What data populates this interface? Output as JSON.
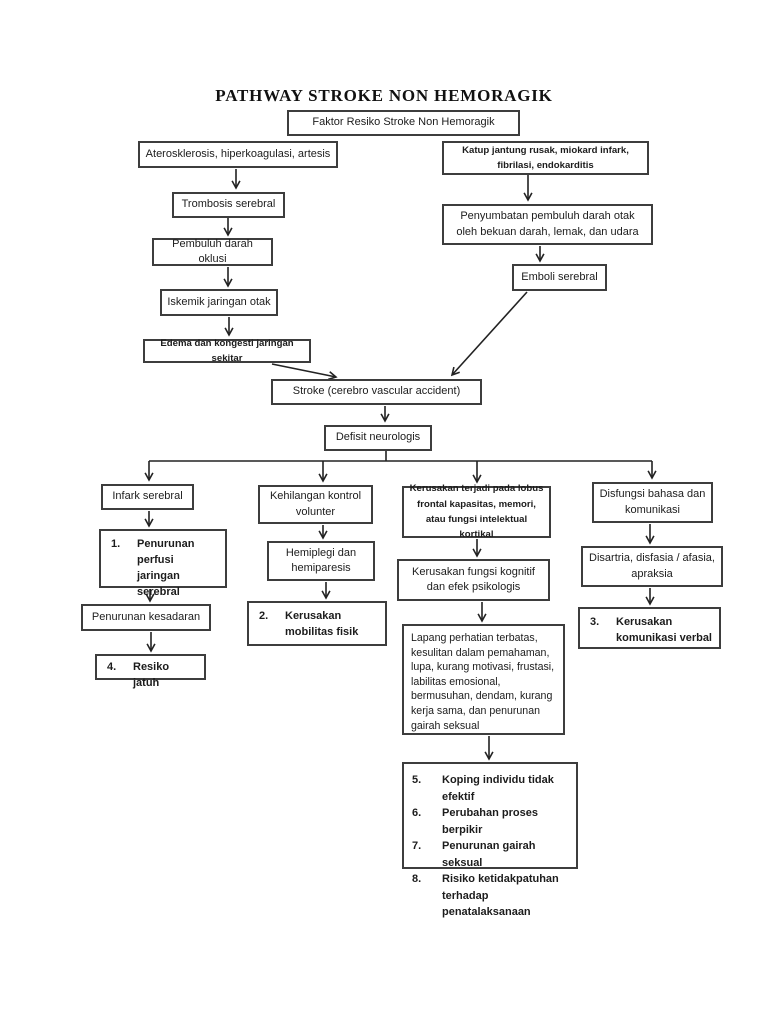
{
  "title": "PATHWAY STROKE NON HEMORAGIK",
  "nodes": {
    "faktor_resiko": "Faktor Resiko Stroke Non Hemoragik",
    "aterosklerosis": "Aterosklerosis, hiperkoagulasi, artesis",
    "katup_jantung": "Katup jantung rusak, miokard infark, fibrilasi, endokarditis",
    "trombosis": "Trombosis serebral",
    "penyumbatan": "Penyumbatan pembuluh darah otak oleh bekuan darah, lemak, dan udara",
    "pembuluh_oklusi": "Pembuluh darah oklusi",
    "emboli": "Emboli serebral",
    "iskemik": "Iskemik jaringan otak",
    "edema": "Edema dan kongesti jaringan sekitar",
    "stroke": "Stroke (cerebro vascular accident)",
    "defisit": "Defisit neurologis",
    "infark": "Infark serebral",
    "kehilangan_kontrol": "Kehilangan kontrol volunter",
    "kerusakan_lobus": "Kerusakan terjadi pada lobus frontal kapasitas, memori, atau fungsi intelektual kortikal",
    "disfungsi_bahasa": "Disfungsi bahasa dan komunikasi",
    "hemiplegi": "Hemiplegi dan hemiparesis",
    "kerusakan_kognitif": "Kerusakan fungsi kognitif dan efek psikologis",
    "disartria": "Disartria, disfasia / afasia, apraksia",
    "penurunan_kesadaran": "Penurunan kesadaran",
    "lapang": "Lapang perhatian terbatas, kesulitan dalam pemahaman, lupa, kurang motivasi, frustasi, labilitas emosional, bermusuhan, dendam, kurang kerja sama, dan penurunan gairah seksual"
  },
  "diagnoses": {
    "d1": {
      "num": "1.",
      "label": "Penurunan perfusi jaringan serebral"
    },
    "d2": {
      "num": "2.",
      "label": "Kerusakan mobilitas fisik"
    },
    "d3": {
      "num": "3.",
      "label": "Kerusakan komunikasi verbal"
    },
    "d4": {
      "num": "4.",
      "label": "Resiko jatuh"
    },
    "list": [
      {
        "num": "5.",
        "label": "Koping individu tidak efektif"
      },
      {
        "num": "6.",
        "label": "Perubahan proses berpikir"
      },
      {
        "num": "7.",
        "label": "Penurunan gairah seksual"
      },
      {
        "num": "8.",
        "label": "Risiko ketidakpatuhan terhadap penatalaksanaan"
      }
    ]
  },
  "colors": {
    "ink": "#1c1c1c",
    "border": "#3d3d3d",
    "page": "#ffffff"
  }
}
